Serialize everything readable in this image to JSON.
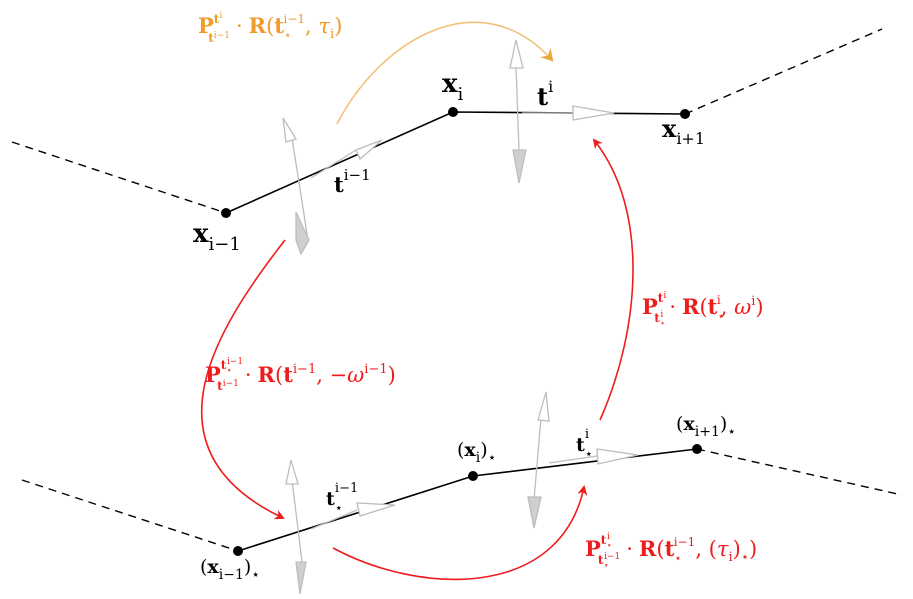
{
  "colors": {
    "transport_red": "#ee1c1c",
    "transport_orange": "#ef9a2a",
    "orange_arc": "#f0c27a",
    "frame_gray": "#bdbdbd",
    "polyline": "#000000"
  },
  "labels": {
    "x_im1": {
      "base": "x",
      "sub": "i−1"
    },
    "x_i": {
      "base": "x",
      "sub": "i"
    },
    "x_ip1": {
      "base": "x",
      "sub": "i+1"
    },
    "t_im1": {
      "base": "t",
      "sup": "i−1"
    },
    "t_i": {
      "base": "t",
      "sup": "i"
    },
    "xs_im1": {
      "open": "(",
      "base": "x",
      "sub": "i−1",
      "close": ")",
      "star": "⋆"
    },
    "xs_i": {
      "open": "(",
      "base": "x",
      "sub": "i",
      "close": ")",
      "star": "⋆"
    },
    "xs_ip1": {
      "open": "(",
      "base": "x",
      "sub": "i+1",
      "close": ")",
      "star": "⋆"
    },
    "ts_im1": {
      "base": "t",
      "sub": "⋆",
      "sup": "i−1"
    },
    "ts_i": {
      "base": "t",
      "sub": "⋆",
      "sup": "i"
    }
  },
  "formulas": {
    "orange_top": {
      "P": "P",
      "P_sup": "t",
      "P_sup_sup": "i",
      "P_sub": "t",
      "P_sub_sup": "i−1",
      "dot": "·",
      "R": "R",
      "open": "(",
      "t": "t",
      "t_sub": "⋆",
      "t_sup": "i−1",
      "comma": ", ",
      "tau": "τ",
      "tau_sub": "i",
      "close": ")"
    },
    "red_left": {
      "P": "P",
      "P_sup": "t",
      "P_sup_sub": "⋆",
      "P_sup_sup": "i−1",
      "P_sub": "t",
      "P_sub_sup": "i−1",
      "dot": "·",
      "R": "R",
      "open": "(",
      "t": "t",
      "t_sup": "i−1",
      "comma": ", −",
      "omega": "ω",
      "omega_sup": "i−1",
      "close": ")"
    },
    "red_right": {
      "P": "P",
      "P_sup": "t",
      "P_sup_sup": "i",
      "P_sub": "t",
      "P_sub_sub": "⋆",
      "P_sub_sup": "i",
      "dot": "·",
      "R": "R",
      "open": "(",
      "t": "t",
      "t_sub": "⋆",
      "t_sup": "i",
      "comma": ", ",
      "omega": "ω",
      "omega_sup": "i",
      "close": ")"
    },
    "red_bottom": {
      "P": "P",
      "P_sup": "t",
      "P_sup_sub": "⋆",
      "P_sup_sup": "i",
      "P_sub": "t",
      "P_sub_sub": "⋆",
      "P_sub_sup": "i−1",
      "dot": "·",
      "R": "R",
      "open": "(",
      "t": "t",
      "t_sub": "⋆",
      "t_sup": "i−1",
      "comma": ", (",
      "tau": "τ",
      "tau_sub": "i",
      "close_inner": ")",
      "star": "⋆",
      "close": ")"
    }
  }
}
